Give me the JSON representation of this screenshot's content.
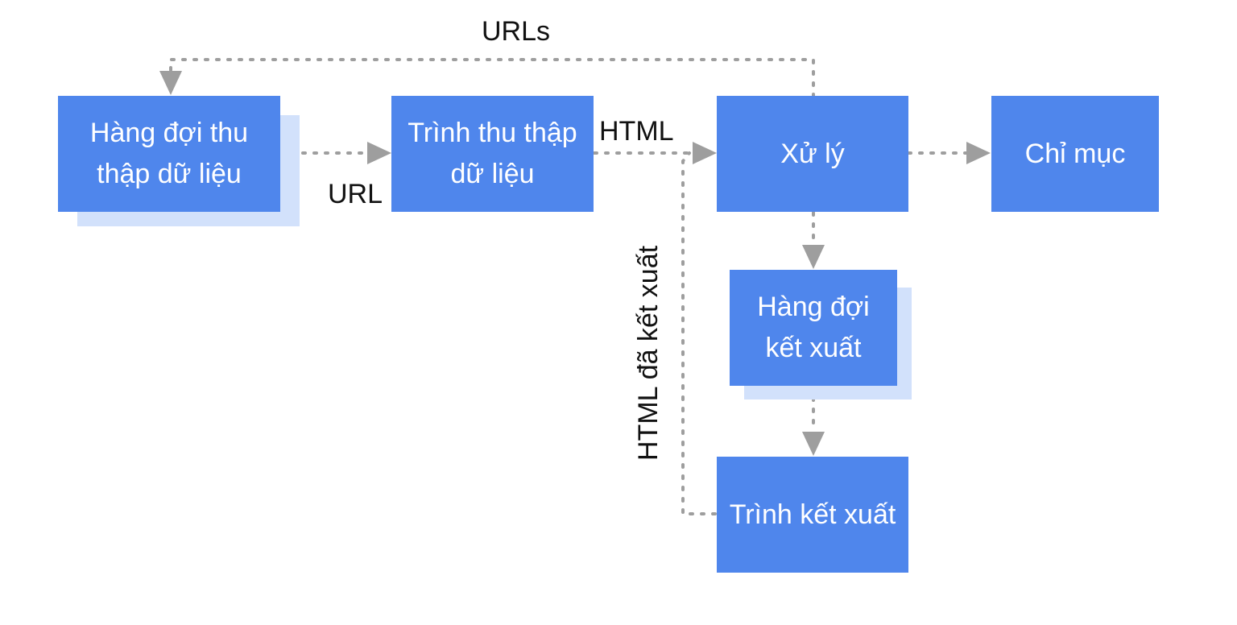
{
  "nodes": {
    "crawl_queue": "Hàng đợi thu thập dữ liệu",
    "crawler": "Trình thu thập dữ liệu",
    "processing": "Xử lý",
    "index": "Chỉ mục",
    "render_queue": "Hàng đợi kết xuất",
    "renderer": "Trình kết xuất"
  },
  "edges": {
    "urls_label": "URLs",
    "url_label": "URL",
    "html_label": "HTML",
    "rendered_html_label": "HTML đã kết xuất"
  },
  "colors": {
    "node_fill": "#4f86ec",
    "node_shadow": "#d2e1fb",
    "node_text": "#ffffff",
    "connector": "#9e9e9e",
    "label_text": "#111111"
  }
}
